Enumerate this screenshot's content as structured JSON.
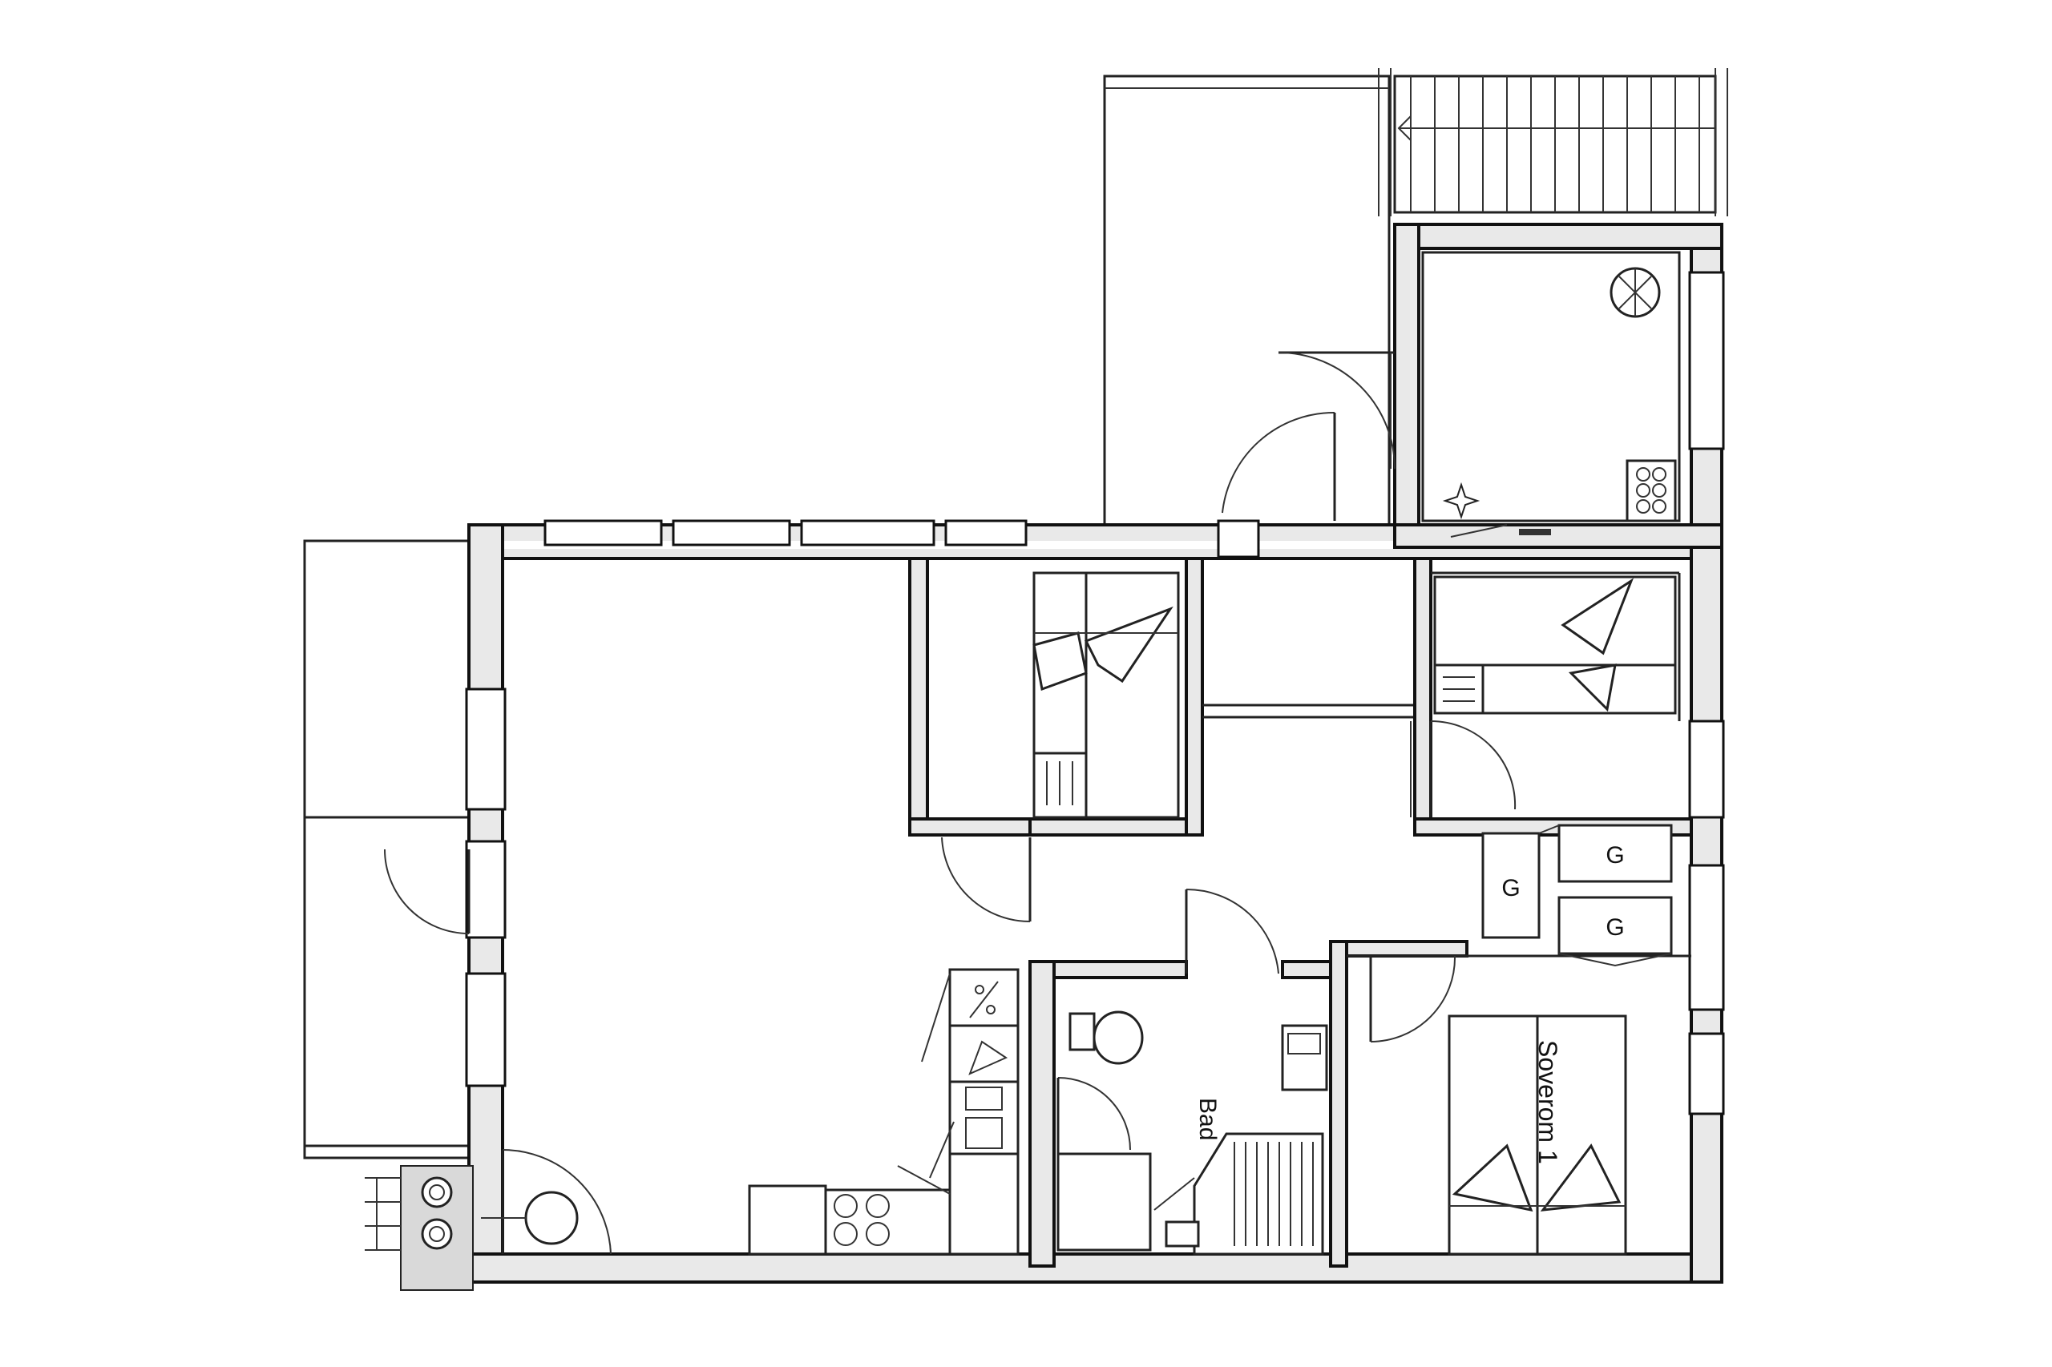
{
  "rooms": {
    "bath_label": "Bad",
    "bedroom1_label": "Soverom 1"
  },
  "storage": {
    "closet_marks": [
      "G",
      "G",
      "G"
    ]
  }
}
